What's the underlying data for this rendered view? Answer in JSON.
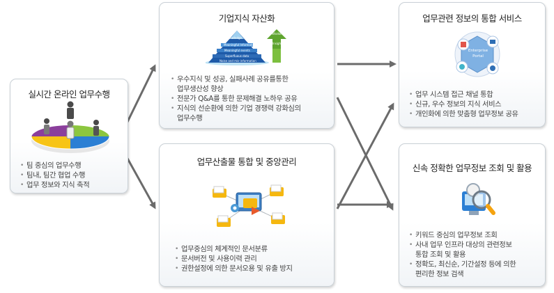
{
  "realtime": {
    "title": "실시간 온라인 업무수행",
    "items": [
      "팀 중심의 업무수행",
      "팀내, 팀간 협업 수행",
      "업무 정보와 지식 축적"
    ]
  },
  "knowledge": {
    "title": "기업지식 자산화",
    "pyramid_labels": [
      "Knowledge",
      "Meaningful Information",
      "Meaningful events",
      "Superfluous data",
      "Noise and mis-information"
    ],
    "side_labels": [
      "Wisdom",
      "Insight"
    ],
    "items": [
      "우수지식 및 성공, 실패사례 공유를통한",
      "업무생산성 향상",
      "전문가 Q&A를 통한 문제해결 노하우 공유",
      "지식의 선순환에 의한 기업 경쟁력 강화심의",
      "업무수행"
    ]
  },
  "output": {
    "title": "업무산출물 통합 및 중앙관리",
    "items": [
      "업무중심의 체계적인 문서분류",
      "문서버전 및 사용이력 관리",
      "권한설정에 의한 문서오용 및 유출 방지"
    ]
  },
  "integrated": {
    "title": "업무관련 정보의 통합 서비스",
    "portal_label_1": "Enterprise",
    "portal_label_2": "Portal",
    "items": [
      "업무 시스템 접근 채널 통합",
      "신규, 우수 정보의 지식 서비스",
      "개인화에 의한 맞춤형 업무정보 공유"
    ]
  },
  "search": {
    "title": "신속 정확한 업무정보 조회 및 활용",
    "items": [
      "키워드 중심의 업무정보 조회",
      "사내 업무 인프라 대상의 관련정보",
      "통합 조회 및 활용",
      "정확도, 최신순, 기간설정 등에 의한",
      "편리한 정보 검색"
    ]
  },
  "colors": {
    "arrow": "#6b6b6b",
    "card_border": "#c9d0d6",
    "green": "#8cc63f",
    "blue": "#2b7fd4",
    "yellow": "#f7c416",
    "purple": "#8b3f9c",
    "teal": "#41b4c9"
  }
}
